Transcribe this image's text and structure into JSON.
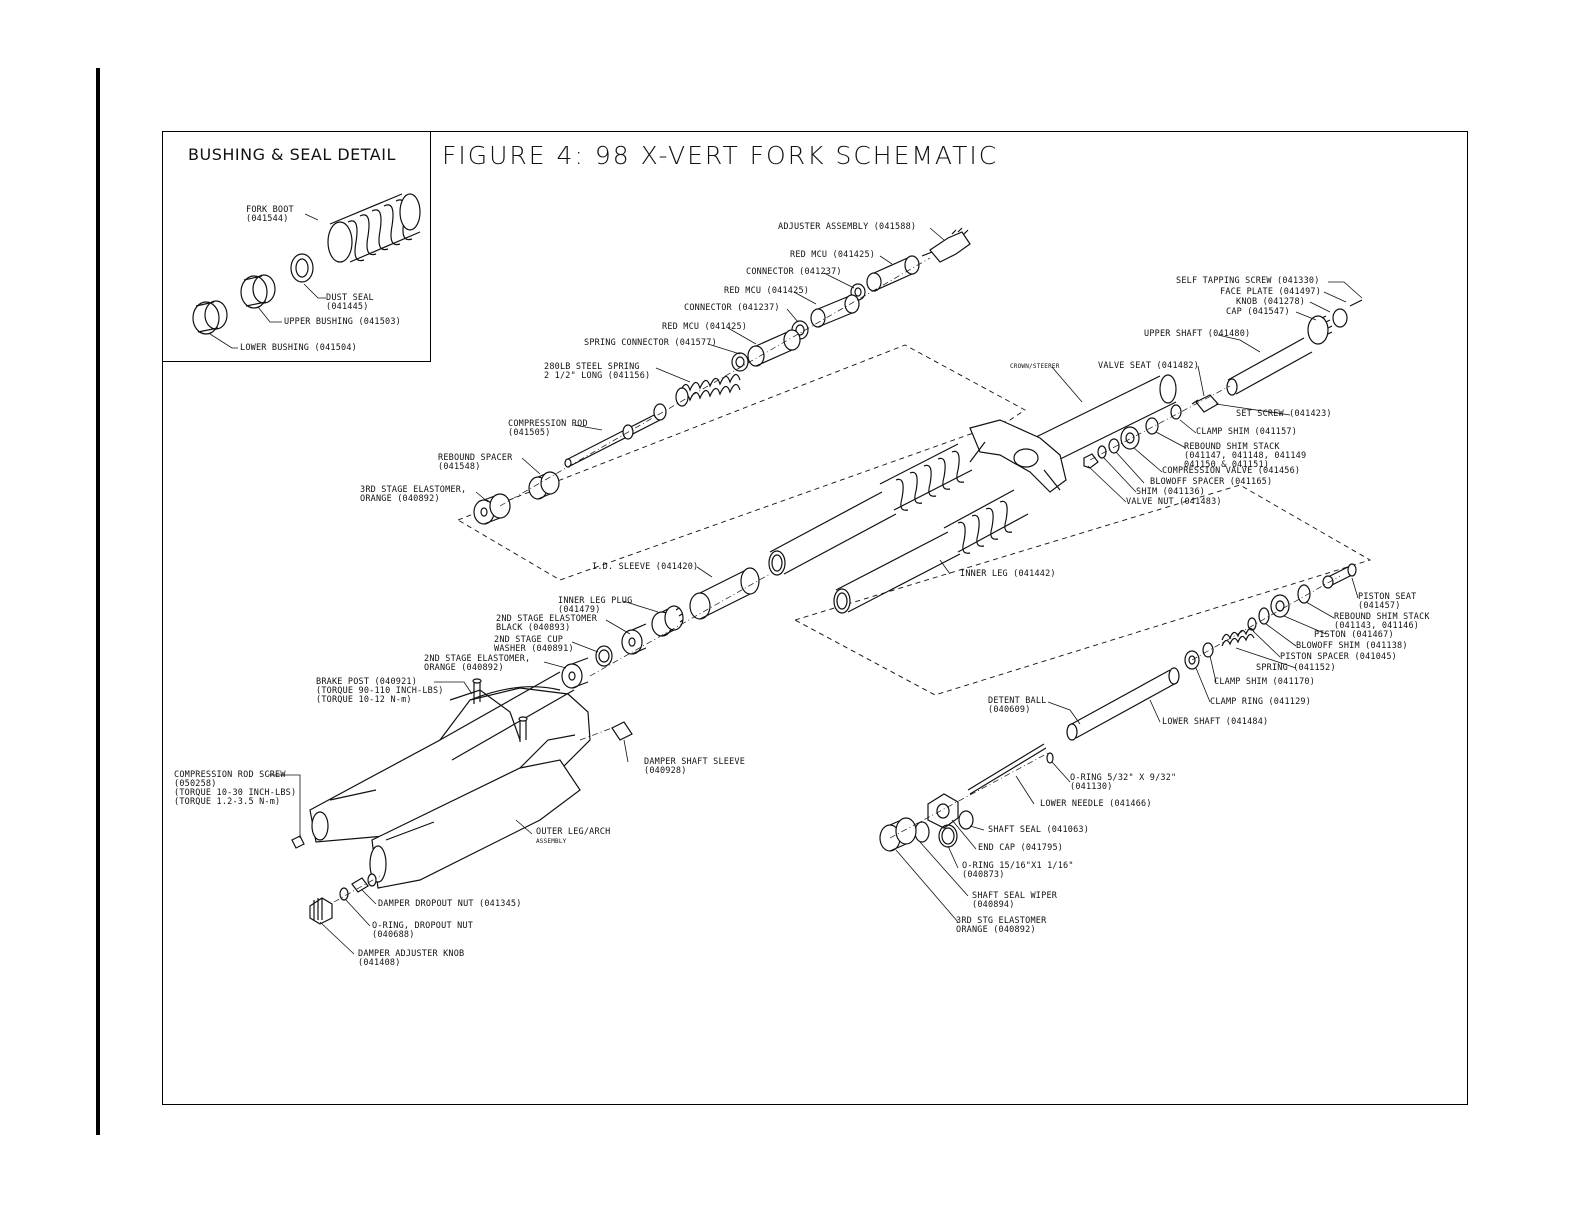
{
  "detail": {
    "title": "BUSHING & SEAL DETAIL",
    "fork_boot": "FORK BOOT\n(041544)",
    "dust_seal": "DUST SEAL\n(041445)",
    "upper_bushing": "UPPER BUSHING (041503)",
    "lower_bushing": "LOWER BUSHING (041504)"
  },
  "figure": {
    "title": "FIGURE 4:  98 X-VERT FORK SCHEMATIC"
  },
  "labels": {
    "adjuster_assembly": "ADJUSTER ASSEMBLY (041588)",
    "red_mcu_1": "RED MCU (041425)",
    "connector_1": "CONNECTOR (041237)",
    "red_mcu_2": "RED MCU (041425)",
    "connector_2": "CONNECTOR (041237)",
    "red_mcu_3": "RED MCU (041425)",
    "spring_connector": "SPRING CONNECTOR (041577)",
    "steel_spring": "280LB STEEL SPRING\n2 1/2\" LONG (041156)",
    "compression_rod": "COMPRESSION ROD\n(041505)",
    "rebound_spacer": "REBOUND SPACER\n(041548)",
    "elastomer_3rd": "3RD STAGE ELASTOMER,\nORANGE (040892)",
    "self_tapping_screw": "SELF TAPPING SCREW (041330)",
    "face_plate": "FACE PLATE (041497)",
    "knob": "KNOB (041278)",
    "cap": "CAP (041547)",
    "upper_shaft": "UPPER SHAFT (041480)",
    "crown_steerer": "CROWN/STEERER",
    "valve_seat": "VALVE SEAT (041482)",
    "set_screw": "SET SCREW (041423)",
    "clamp_shim_1": "CLAMP SHIM (041157)",
    "rebound_shim_stack_1": "REBOUND SHIM STACK\n(041147, 041148, 041149\n041150 & 041151)",
    "compression_valve": "COMPRESSION VALVE (041456)",
    "blowoff_spacer": "BLOWOFF SPACER (041165)",
    "shim": "SHIM (041136)",
    "valve_nut": "VALVE NUT (041483)",
    "id_sleeve": "I.D. SLEEVE (041420)",
    "inner_leg": "INNER LEG (041442)",
    "inner_leg_plug": "INNER LEG PLUG\n(041479)",
    "elastomer_2nd_black": "2ND STAGE ELASTOMER\nBLACK (040893)",
    "cup_washer_2nd": "2ND STAGE CUP\nWASHER (040891)",
    "elastomer_2nd_orange": "2ND STAGE ELASTOMER,\nORANGE (040892)",
    "brake_post": "BRAKE POST (040921)\n(TORQUE 90-110 INCH-LBS)\n(TORQUE 10-12 N-m)",
    "piston_seat": "PISTON SEAT\n(041457)",
    "rebound_shim_stack_2": "REBOUND SHIM STACK\n(041143, 041146)",
    "piston": "PISTON (041467)",
    "blowoff_shim": "BLOWOFF SHIM (041138)",
    "piston_spacer": "PISTON SPACER (041045)",
    "spring": "SPRING (041152)",
    "clamp_shim_2": "CLAMP SHIM (041170)",
    "clamp_ring": "CLAMP RING (041129)",
    "detent_ball": "DETENT BALL\n(040609)",
    "lower_shaft": "LOWER SHAFT (041484)",
    "damper_shaft_sleeve": "DAMPER SHAFT SLEEVE\n(040928)",
    "compression_rod_screw": "COMPRESSION ROD SCREW\n(050258)\n(TORQUE 10-30 INCH-LBS)\n(TORQUE 1.2-3.5 N-m)",
    "o_ring_small": "O-RING 5/32\" X 9/32\"\n(041130)",
    "lower_needle": "LOWER NEEDLE (041466)",
    "shaft_seal": "SHAFT SEAL (041063)",
    "end_cap": "END CAP (041795)",
    "o_ring_large": "O-RING 15/16\"X1 1/16\"\n(040873)",
    "outer_leg": "OUTER LEG/ARCH",
    "outer_leg_sub": "ASSEMBLY",
    "shaft_seal_wiper": "SHAFT SEAL WIPER\n(040894)",
    "elastomer_3rd_b": "3RD STG ELASTOMER\nORANGE (040892)",
    "damper_dropout_nut": "DAMPER DROPOUT NUT (041345)",
    "o_ring_dropout": "O-RING, DROPOUT NUT\n(040688)",
    "damper_adjuster_knob": "DAMPER ADJUSTER KNOB\n(041408)"
  }
}
